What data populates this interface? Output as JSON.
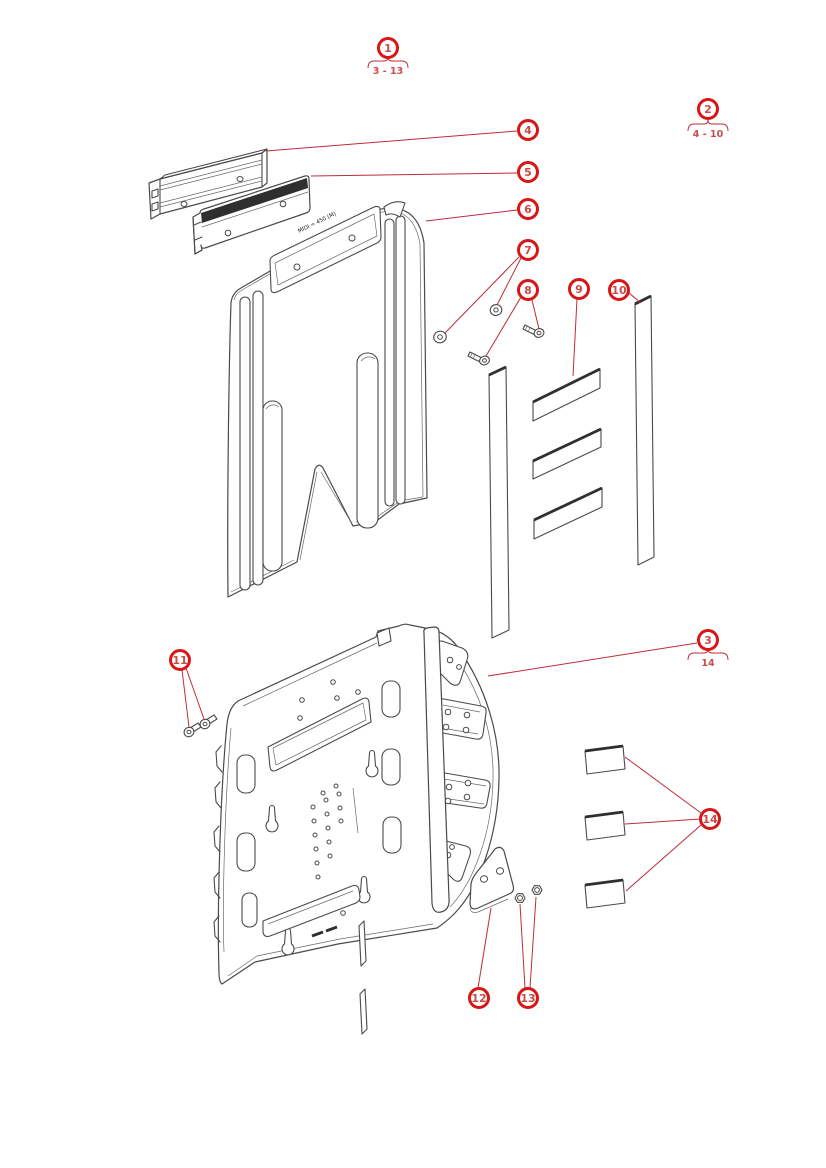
{
  "diagram": {
    "kind": "exploded-parts-diagram",
    "subject": "backrest shell assembly",
    "background_color": "#ffffff",
    "accent_color": "#d81616",
    "leader_line_color": "#bf2b3a",
    "line_art_color": "#4a4a4a",
    "dark_edge_color": "#2f2f2f"
  },
  "callouts": {
    "c1": {
      "number": "1",
      "range": "3 - 13"
    },
    "c2": {
      "number": "2",
      "range": "4 - 10"
    },
    "c3": {
      "number": "3",
      "range": "14"
    },
    "c4": {
      "number": "4"
    },
    "c5": {
      "number": "5"
    },
    "c6": {
      "number": "6"
    },
    "c7": {
      "number": "7"
    },
    "c8": {
      "number": "8"
    },
    "c9": {
      "number": "9"
    },
    "c10": {
      "number": "10"
    },
    "c11": {
      "number": "11"
    },
    "c12": {
      "number": "12"
    },
    "c13": {
      "number": "13"
    },
    "c14": {
      "number": "14"
    }
  },
  "shell_label": "MIDI = 450 (M)"
}
